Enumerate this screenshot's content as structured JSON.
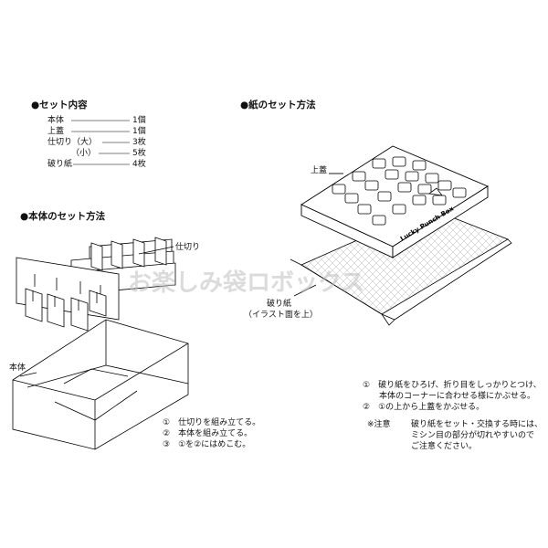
{
  "contents": {
    "heading": "●セット内容",
    "items": [
      {
        "name": "本体",
        "qty": "1個"
      },
      {
        "name": "上蓋",
        "qty": "1個"
      },
      {
        "name": "仕切り（大）",
        "qty": "3枚"
      },
      {
        "name": "（小）",
        "qty": "5枚"
      },
      {
        "name": "破り紙",
        "qty": "4枚"
      }
    ]
  },
  "body_setup": {
    "heading": "●本体のセット方法",
    "divider_label": "仕切り",
    "body_label": "本体",
    "steps": [
      "①　仕切りを組み立てる。",
      "②　本体を組み立てる。",
      "③　①を②にはめこむ。"
    ]
  },
  "paper_setup": {
    "heading": "●紙のセット方法",
    "lid_label": "上蓋",
    "box_print": "Lucky Punch Box",
    "paper_label": "破り紙",
    "paper_sublabel": "（イラスト面を上）",
    "steps": [
      "①　破り紙をひろげ、折り目をしっかりとつけ、",
      "　　本体のコーナーに合わせる様にかぶせる。",
      "②　①の上から上蓋をかぶせる。"
    ],
    "note_prefix": "※注意",
    "note_lines": [
      "破り紙をセット・交換する時には、",
      "ミシン目の部分が切れやすいので",
      "ご注意ください。"
    ]
  },
  "watermark": "お楽しみ袋ロボックス"
}
